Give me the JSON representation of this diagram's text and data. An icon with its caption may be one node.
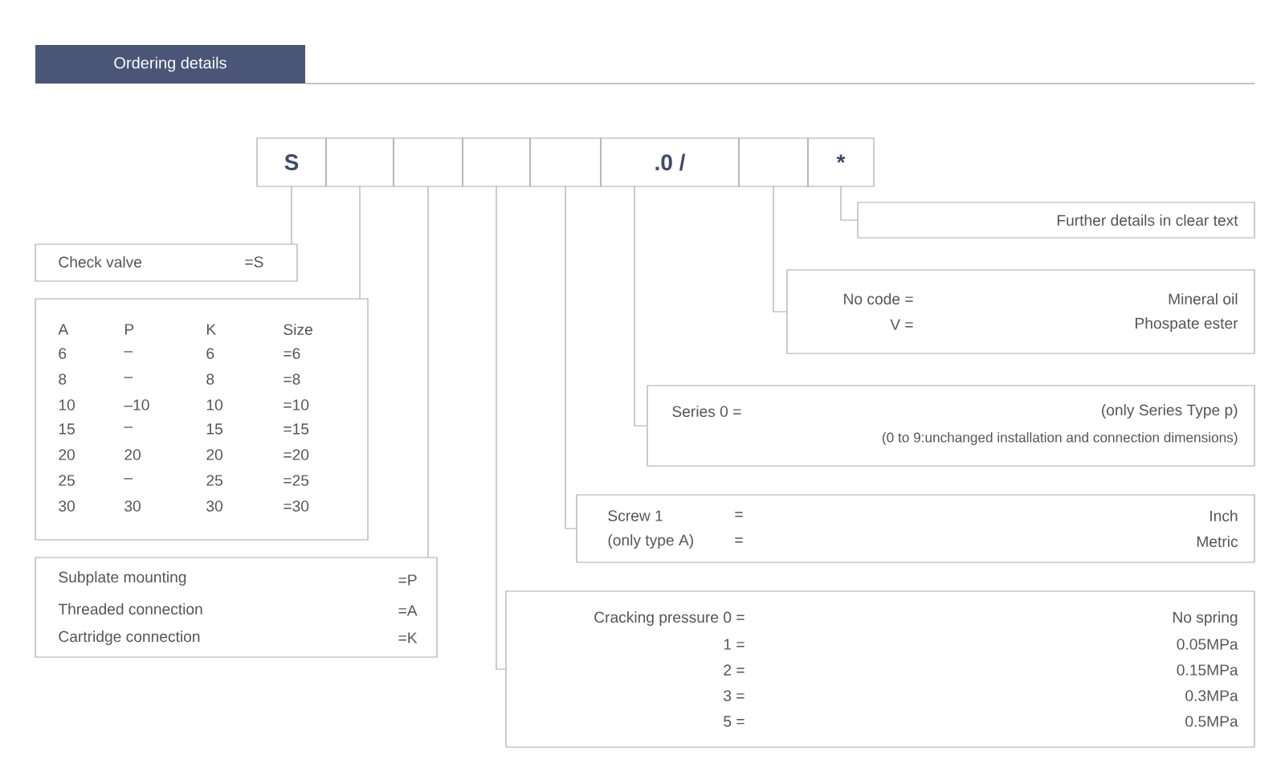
{
  "diagram": {
    "title": "Ordering details",
    "nodes": [
      {
        "text": [
          "S"
        ]
      },
      {
        "text": [],
        "shape": "box"
      },
      {
        "text": [],
        "shape": "box"
      },
      {
        "text": [],
        "shape": "box"
      },
      {
        "text": [],
        "shape": "box"
      },
      {
        "text": [
          ".0 /"
        ]
      },
      {
        "text": [],
        "shape": "box"
      },
      {
        "text": [
          "*"
        ]
      },
      {
        "text": [
          "Further details in clear text"
        ]
      },
      {
        "text": [
          "Check valve",
          "=S"
        ]
      },
      {
        "text": [
          "No code =",
          "Mineral oil",
          "V =",
          "Phospate ester"
        ]
      },
      {
        "text": [
          "A",
          "P",
          "K",
          "Size",
          "6",
          "–",
          "6",
          "=6",
          "8",
          "–",
          "8",
          "=8",
          "10",
          "–10",
          "10",
          "=10",
          "15",
          "–",
          "15",
          "=15",
          "20",
          "20",
          "20",
          "=20",
          "25",
          "–",
          "25",
          "=25",
          "30",
          "30",
          "30",
          "=30"
        ]
      },
      {
        "text": [
          "Series 0 =",
          "(only Series Type p)",
          "(0 to 9:unchanged installation and connection dimensions)"
        ]
      },
      {
        "text": [
          "Screw 1",
          "=",
          "Inch",
          "(only type A)",
          "=",
          "Metric"
        ]
      },
      {
        "text": [
          "Subplate mounting",
          "=P",
          "Threaded connection",
          "=A",
          "Cartridge connection",
          "=K"
        ]
      },
      {
        "text": [
          "Cracking pressure 0 =",
          "No spring",
          "1 =",
          "0.05MPa",
          "2 =",
          "0.15MPa",
          "3 =",
          "0.3MPa",
          "5 =",
          "0.5MPa"
        ]
      }
    ],
    "edges": [
      {
        "from": 0,
        "to": 9,
        "arrow": "none"
      },
      {
        "from": 1,
        "to": 11,
        "arrow": "none"
      },
      {
        "from": 2,
        "to": 14,
        "arrow": "none"
      },
      {
        "from": 3,
        "to": 15,
        "arrow": "none"
      },
      {
        "from": 4,
        "to": 13,
        "arrow": "none"
      },
      {
        "from": 5,
        "to": 12,
        "arrow": "none"
      },
      {
        "from": 6,
        "to": 10,
        "arrow": "none"
      },
      {
        "from": 7,
        "to": 8,
        "arrow": "none"
      }
    ]
  }
}
